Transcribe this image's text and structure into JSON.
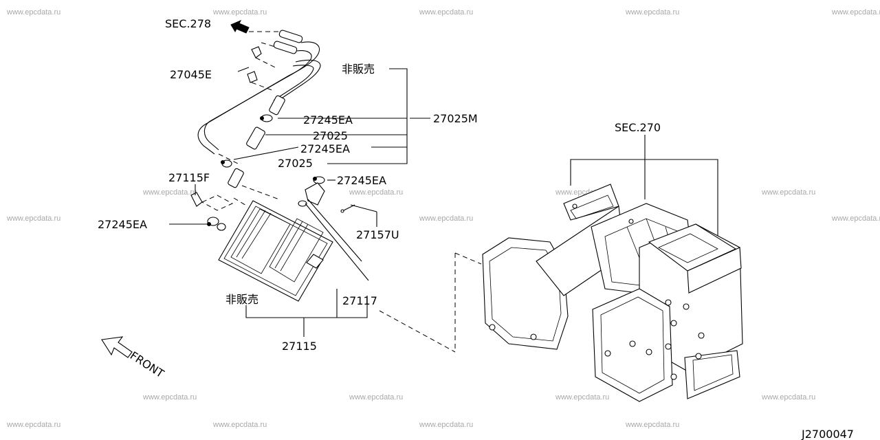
{
  "watermark": "www.epcdata.ru",
  "labels": {
    "sec278": "SEC.278",
    "l27045E": "27045E",
    "nonsale_top": "非販売",
    "l27245EA_1": "27245EA",
    "l27025M": "27025M",
    "l27025_1": "27025",
    "l27245EA_2": "27245EA",
    "l27025_2": "27025",
    "l27245EA_3": "27245EA",
    "l27115F": "27115F",
    "l27245EA_4": "27245EA",
    "l27157U": "27157U",
    "nonsale_bottom": "非販売",
    "l27117": "27117",
    "l27115": "27115",
    "sec270": "SEC.270",
    "front": "FRONT",
    "diagram_code": "J2700047"
  }
}
